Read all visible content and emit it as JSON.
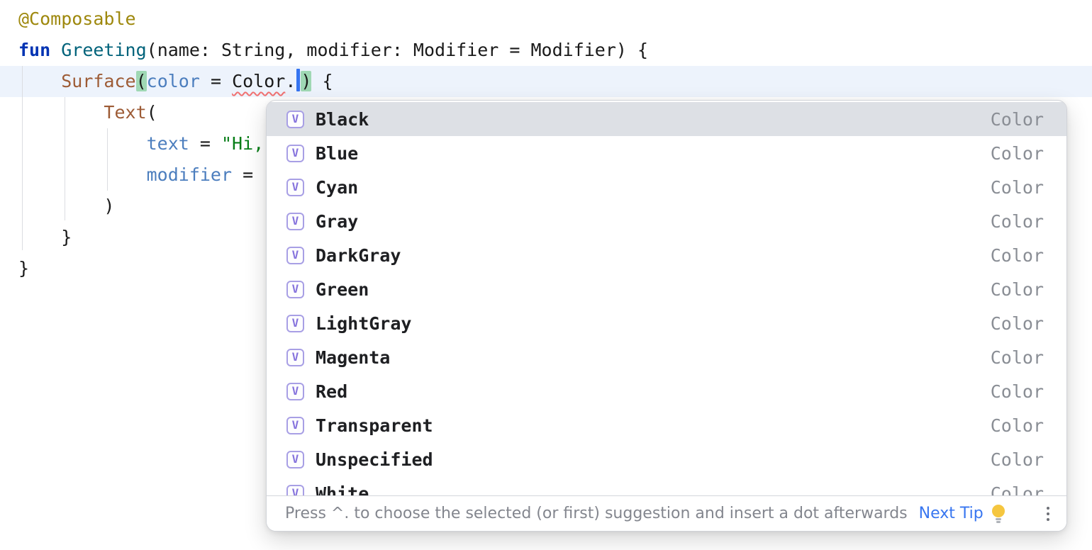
{
  "editor": {
    "code": {
      "annotation": "@Composable",
      "kw_fun": "fun ",
      "fn_name": "Greeting",
      "signature_rest": "(name: String, modifier: Modifier = Modifier) {",
      "l3_indent": "    ",
      "surface_call": "Surface",
      "open_paren": "(",
      "arg_color": "color",
      "eq1": " = ",
      "color_ref": "Color",
      "dot": ".",
      "close_paren": ")",
      "l3_tail": " {",
      "l4_indent": "        ",
      "text_call": "Text",
      "l4_paren": "(",
      "l5_indent": "            ",
      "arg_text": "text",
      "eq2": " = ",
      "string_hi": "\"Hi,",
      "l6_indent": "            ",
      "arg_modifier": "modifier",
      "eq3": " = ",
      "l7_close": "        )",
      "l8_close": "    }",
      "l9_close": "}"
    }
  },
  "popup": {
    "icon_letter": "V",
    "items": [
      {
        "label": "Black",
        "type": "Color",
        "selected": true
      },
      {
        "label": "Blue",
        "type": "Color",
        "selected": false
      },
      {
        "label": "Cyan",
        "type": "Color",
        "selected": false
      },
      {
        "label": "Gray",
        "type": "Color",
        "selected": false
      },
      {
        "label": "DarkGray",
        "type": "Color",
        "selected": false
      },
      {
        "label": "Green",
        "type": "Color",
        "selected": false
      },
      {
        "label": "LightGray",
        "type": "Color",
        "selected": false
      },
      {
        "label": "Magenta",
        "type": "Color",
        "selected": false
      },
      {
        "label": "Red",
        "type": "Color",
        "selected": false
      },
      {
        "label": "Transparent",
        "type": "Color",
        "selected": false
      },
      {
        "label": "Unspecified",
        "type": "Color",
        "selected": false
      },
      {
        "label": "White",
        "type": "Color",
        "selected": false
      }
    ],
    "footer": {
      "hint": "Press ^. to choose the selected (or first) suggestion and insert a dot afterwards",
      "next_tip": "Next Tip"
    }
  },
  "colors": {
    "annotation": "#9E880D",
    "keyword": "#0033B3",
    "function_declaration": "#00627A",
    "composable_call": "#9D5B35",
    "named_argument": "#4C7EBE",
    "string": "#067D17",
    "error_underline": "#F07171",
    "caret_line_background": "#EDF3FC",
    "brace_match_background": "#9FD8B4",
    "selected_item_background": "#DDE0E5",
    "link": "#3876F0"
  }
}
